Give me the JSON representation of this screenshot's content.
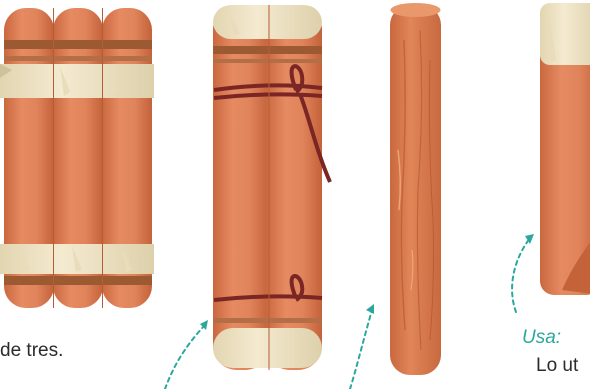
{
  "captions": {
    "group_of_three": "de tres.",
    "usa_label": "Usa:",
    "lo_ut": "Lo ut"
  },
  "colors": {
    "stick_body": "#e0845c",
    "stick_shade": "#c9683f",
    "stick_highlight": "#ec9d78",
    "tape": "#f1e6c6",
    "tape_shade": "#ddd0ab",
    "band_brown": "#9c5a33",
    "string": "#7a2624",
    "wood": "#d97a4b",
    "wood_grain": "#c2643a",
    "arrow": "#2ba89b",
    "text": "#2b2b2b"
  },
  "icons": [
    "taped-bundle-icon",
    "tied-bundle-icon",
    "wooden-dowel-icon",
    "taped-stick-icon",
    "curved-arrow-icon"
  ]
}
